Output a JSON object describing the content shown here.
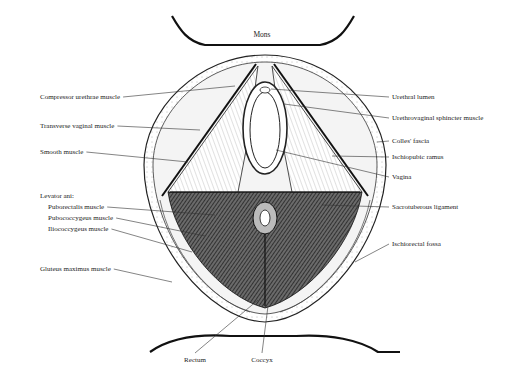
{
  "diagram": {
    "labels": [
      "Mons",
      "Compressor urethrae muscle",
      "Transverse vaginal muscle",
      "Smooth muscle",
      "Levator ani:",
      "Puborectalis muscle",
      "Pubococcygeus muscle",
      "Iliococcygeus muscle",
      "Gluteus maximus muscle",
      "Urethral lumen",
      "Urethrovaginal sphincter muscle",
      "Colles' fascia",
      "Ischiopubic ramus",
      "Vagina",
      "Sacrotuberous ligament",
      "Ischiorectal fossa",
      "Rectum",
      "Coccyx"
    ]
  }
}
